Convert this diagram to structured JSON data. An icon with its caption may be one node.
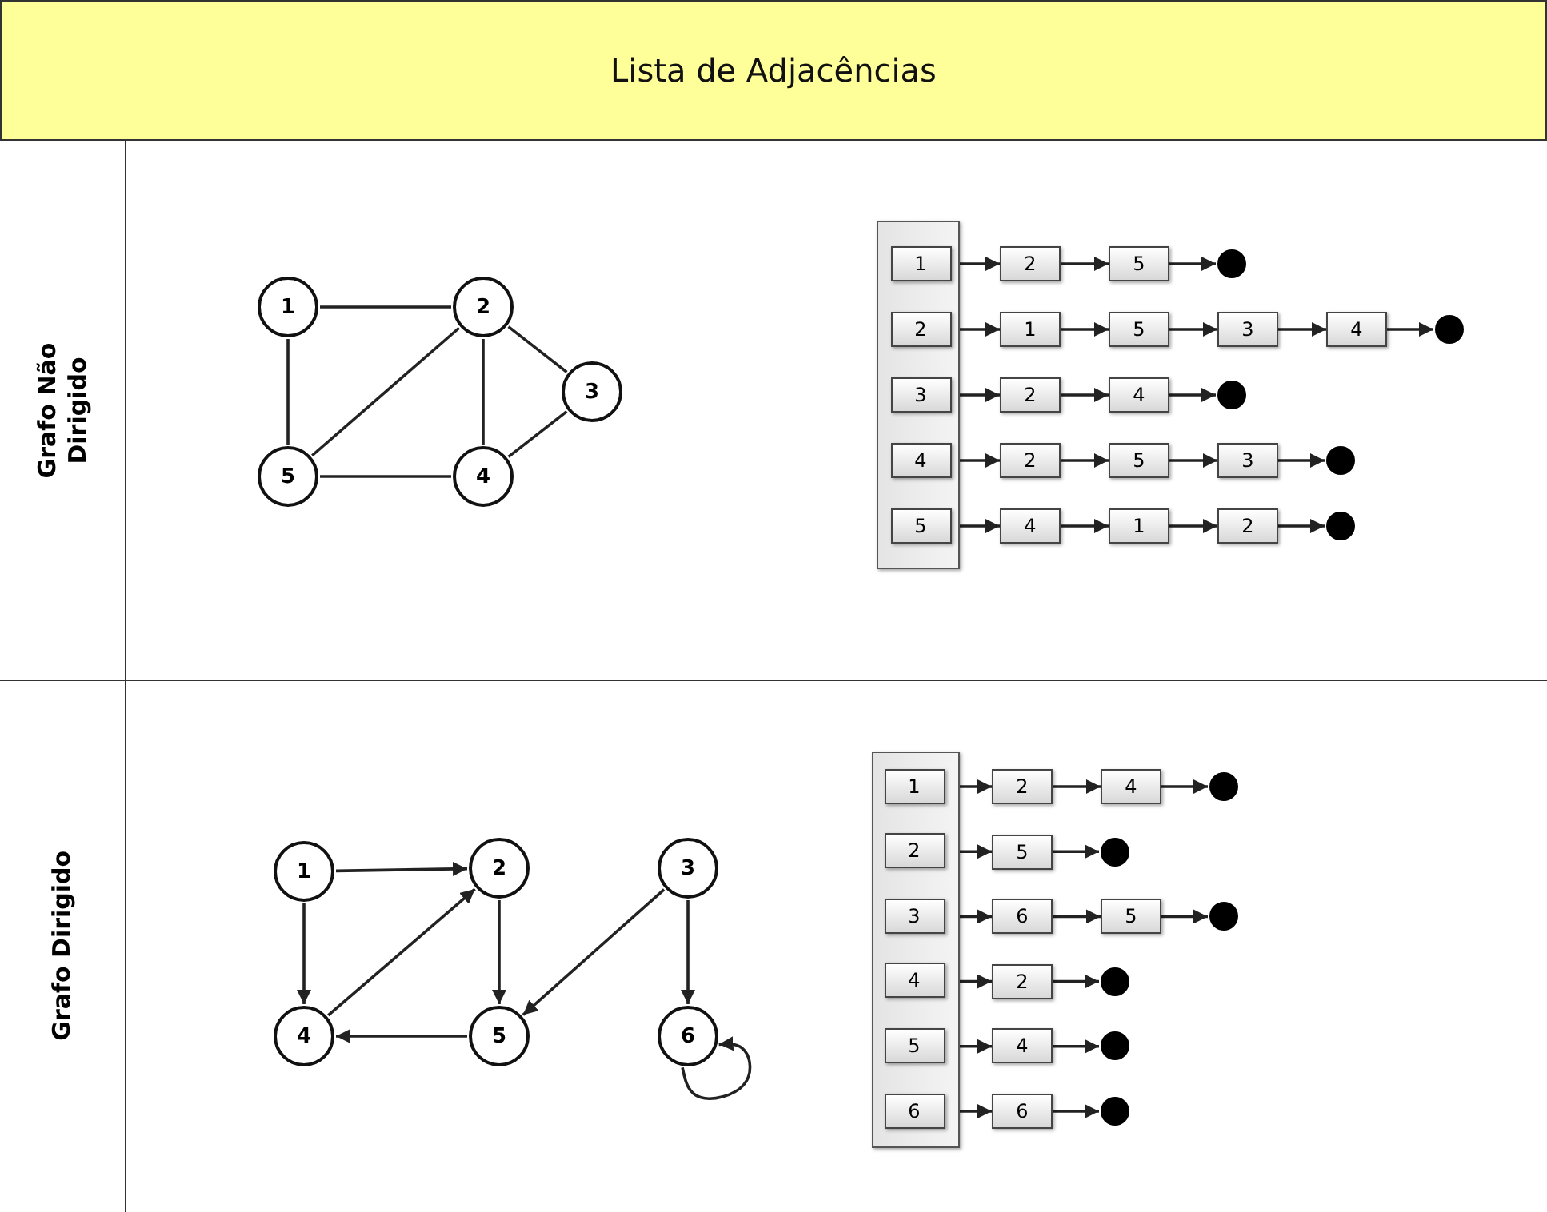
{
  "diagram": {
    "nodes": [
      {
        "text": [
          "Lista de Adjacências"
        ]
      },
      {
        "text": [
          "Grafo Não Dirigido"
        ]
      },
      {
        "text": [
          "1"
        ]
      },
      {
        "text": [
          "2"
        ]
      },
      {
        "text": [
          "3"
        ]
      },
      {
        "text": [
          "4"
        ]
      },
      {
        "text": [
          "5"
        ]
      },
      {
        "text": [],
        "shape": "box"
      },
      {
        "text": [
          "1"
        ],
        "in": 7
      },
      {
        "text": [
          "2"
        ],
        "in": 7
      },
      {
        "text": [
          "3"
        ],
        "in": 7
      },
      {
        "text": [
          "4"
        ],
        "in": 7
      },
      {
        "text": [
          "5"
        ],
        "in": 7
      },
      {
        "text": [
          "2"
        ]
      },
      {
        "text": [
          "5"
        ]
      },
      {
        "text": [],
        "shape": "circle"
      },
      {
        "text": [
          "1"
        ]
      },
      {
        "text": [
          "5"
        ]
      },
      {
        "text": [
          "3"
        ]
      },
      {
        "text": [
          "4"
        ]
      },
      {
        "text": [],
        "shape": "circle"
      },
      {
        "text": [
          "2"
        ]
      },
      {
        "text": [
          "4"
        ]
      },
      {
        "text": [],
        "shape": "circle"
      },
      {
        "text": [
          "2"
        ]
      },
      {
        "text": [
          "5"
        ]
      },
      {
        "text": [
          "3"
        ]
      },
      {
        "text": [],
        "shape": "circle"
      },
      {
        "text": [
          "4"
        ]
      },
      {
        "text": [
          "1"
        ]
      },
      {
        "text": [
          "2"
        ]
      },
      {
        "text": [],
        "shape": "circle"
      },
      {
        "text": [
          "Grafo Dirigido"
        ]
      },
      {
        "text": [
          "1"
        ]
      },
      {
        "text": [
          "2"
        ]
      },
      {
        "text": [
          "3"
        ]
      },
      {
        "text": [
          "4"
        ]
      },
      {
        "text": [
          "5"
        ]
      },
      {
        "text": [
          "6"
        ]
      },
      {
        "text": [],
        "shape": "box"
      },
      {
        "text": [
          "1"
        ],
        "in": 39
      },
      {
        "text": [
          "2"
        ],
        "in": 39
      },
      {
        "text": [
          "3"
        ],
        "in": 39
      },
      {
        "text": [
          "4"
        ],
        "in": 39
      },
      {
        "text": [
          "5"
        ],
        "in": 39
      },
      {
        "text": [
          "6"
        ],
        "in": 39
      },
      {
        "text": [
          "2"
        ]
      },
      {
        "text": [
          "4"
        ]
      },
      {
        "text": [],
        "shape": "circle"
      },
      {
        "text": [
          "5"
        ]
      },
      {
        "text": [],
        "shape": "circle"
      },
      {
        "text": [
          "6"
        ]
      },
      {
        "text": [
          "5"
        ]
      },
      {
        "text": [],
        "shape": "circle"
      },
      {
        "text": [
          "2"
        ]
      },
      {
        "text": [],
        "shape": "circle"
      },
      {
        "text": [
          "4"
        ]
      },
      {
        "text": [],
        "shape": "circle"
      },
      {
        "text": [
          "6"
        ]
      },
      {
        "text": [],
        "shape": "circle"
      }
    ],
    "edges": [
      {
        "from": 2,
        "to": 3,
        "arrow": "none"
      },
      {
        "from": 2,
        "to": 6,
        "arrow": "none"
      },
      {
        "from": 3,
        "to": 6,
        "arrow": "none"
      },
      {
        "from": 3,
        "to": 5,
        "arrow": "none"
      },
      {
        "from": 3,
        "to": 4,
        "arrow": "none"
      },
      {
        "from": 4,
        "to": 5,
        "arrow": "none"
      },
      {
        "from": 6,
        "to": 5,
        "arrow": "none"
      },
      {
        "from": 8,
        "to": 13,
        "arrow": "to"
      },
      {
        "from": 13,
        "to": 14,
        "arrow": "to"
      },
      {
        "from": 14,
        "to": 15,
        "arrow": "to"
      },
      {
        "from": 9,
        "to": 16,
        "arrow": "to"
      },
      {
        "from": 16,
        "to": 17,
        "arrow": "to"
      },
      {
        "from": 17,
        "to": 18,
        "arrow": "to"
      },
      {
        "from": 18,
        "to": 19,
        "arrow": "to"
      },
      {
        "from": 19,
        "to": 20,
        "arrow": "to"
      },
      {
        "from": 10,
        "to": 21,
        "arrow": "to"
      },
      {
        "from": 21,
        "to": 22,
        "arrow": "to"
      },
      {
        "from": 22,
        "to": 23,
        "arrow": "to"
      },
      {
        "from": 11,
        "to": 24,
        "arrow": "to"
      },
      {
        "from": 24,
        "to": 25,
        "arrow": "to"
      },
      {
        "from": 25,
        "to": 26,
        "arrow": "to"
      },
      {
        "from": 26,
        "to": 27,
        "arrow": "to"
      },
      {
        "from": 12,
        "to": 28,
        "arrow": "to"
      },
      {
        "from": 28,
        "to": 29,
        "arrow": "to"
      },
      {
        "from": 29,
        "to": 30,
        "arrow": "to"
      },
      {
        "from": 30,
        "to": 31,
        "arrow": "to"
      },
      {
        "from": 33,
        "to": 34,
        "arrow": "to"
      },
      {
        "from": 33,
        "to": 36,
        "arrow": "to"
      },
      {
        "from": 34,
        "to": 37,
        "arrow": "to"
      },
      {
        "from": 36,
        "to": 34,
        "arrow": "to"
      },
      {
        "from": 37,
        "to": 36,
        "arrow": "to"
      },
      {
        "from": 35,
        "to": 37,
        "arrow": "to"
      },
      {
        "from": 35,
        "to": 38,
        "arrow": "to"
      },
      {
        "from": 38,
        "to": 38,
        "arrow": "to"
      },
      {
        "from": 40,
        "to": 46,
        "arrow": "to"
      },
      {
        "from": 46,
        "to": 47,
        "arrow": "to"
      },
      {
        "from": 47,
        "to": 48,
        "arrow": "to"
      },
      {
        "from": 41,
        "to": 49,
        "arrow": "to"
      },
      {
        "from": 49,
        "to": 50,
        "arrow": "to"
      },
      {
        "from": 42,
        "to": 51,
        "arrow": "to"
      },
      {
        "from": 51,
        "to": 52,
        "arrow": "to"
      },
      {
        "from": 52,
        "to": 53,
        "arrow": "to"
      },
      {
        "from": 43,
        "to": 54,
        "arrow": "to"
      },
      {
        "from": 54,
        "to": 55,
        "arrow": "to"
      },
      {
        "from": 44,
        "to": 56,
        "arrow": "to"
      },
      {
        "from": 56,
        "to": 57,
        "arrow": "to"
      },
      {
        "from": 45,
        "to": 58,
        "arrow": "to"
      },
      {
        "from": 58,
        "to": 59,
        "arrow": "to"
      }
    ]
  }
}
